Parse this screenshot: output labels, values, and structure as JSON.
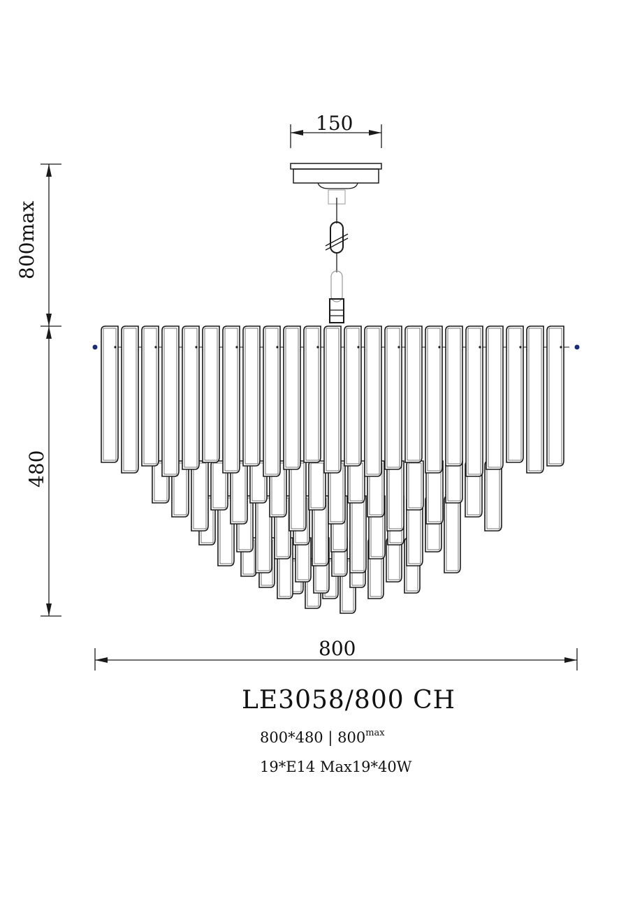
{
  "drawing": {
    "dimensions": {
      "canopy_width": "150",
      "chain_length": "800max",
      "body_height": "480",
      "body_width": "800"
    },
    "model": "LE3058/800 CH",
    "spec_size": "800*480",
    "spec_separator": "|",
    "spec_height": "800",
    "spec_height_suffix": "max",
    "spec_bulbs": "19*E14 Max19*40W"
  },
  "colors": {
    "line": "#1a1a1a",
    "accent_bead": "#1c2a7a"
  }
}
